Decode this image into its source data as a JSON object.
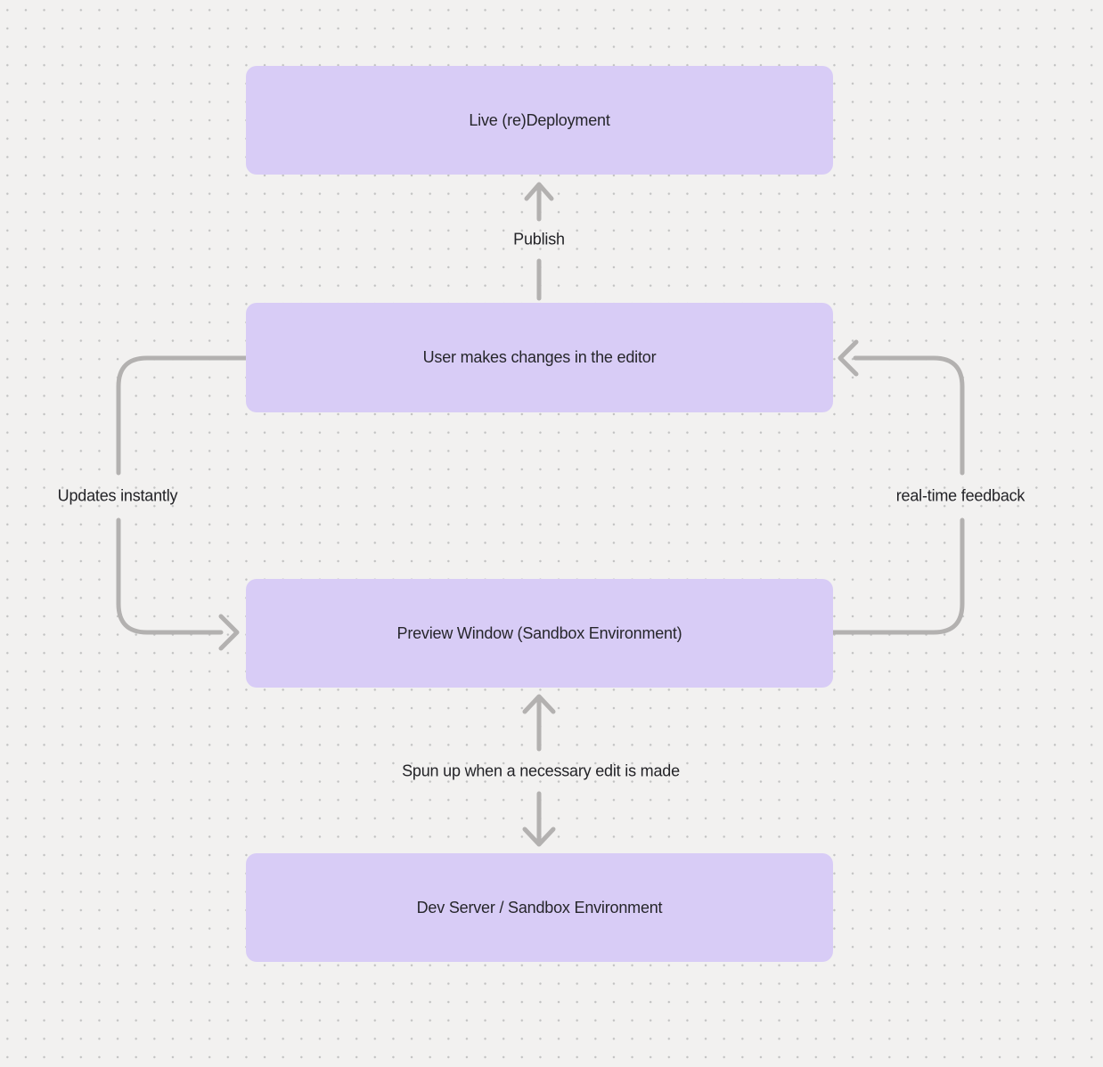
{
  "diagram": {
    "title": "Editor deployment flow diagram",
    "background_color": "#f2f1f0",
    "dot_color": "#c2c2c2",
    "node_fill_color": "#d8ccf6",
    "arrow_color": "#b3b1b0",
    "text_color": "#26262b"
  },
  "nodes": [
    {
      "id": "live-redeployment",
      "label": "Live (re)Deployment"
    },
    {
      "id": "user-editor",
      "label": "User makes changes in the editor"
    },
    {
      "id": "preview-window",
      "label": "Preview Window (Sandbox Environment)"
    },
    {
      "id": "dev-server",
      "label": "Dev Server / Sandbox Environment"
    }
  ],
  "edges": [
    {
      "id": "publish",
      "label": "Publish",
      "from": "user-editor",
      "to": "live-redeployment",
      "direction": "up"
    },
    {
      "id": "updates-instantly",
      "label": "Updates instantly",
      "from": "user-editor",
      "to": "preview-window",
      "direction": "left-loop"
    },
    {
      "id": "real-time-feedback",
      "label": "real-time feedback",
      "from": "preview-window",
      "to": "user-editor",
      "direction": "right-loop"
    },
    {
      "id": "spun-up",
      "label": "Spun up when a necessary edit is made",
      "from": "preview-window",
      "to": "dev-server",
      "direction": "bidirectional"
    }
  ]
}
